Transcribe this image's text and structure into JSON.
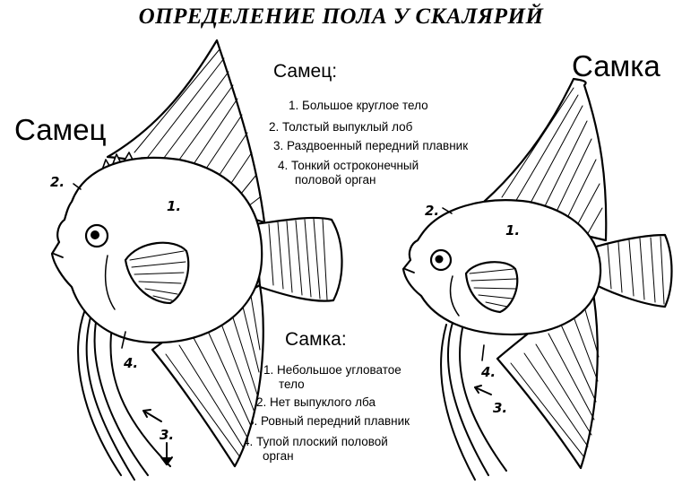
{
  "title": "ОПРЕДЕЛЕНИЕ ПОЛА У СКАЛЯРИЙ",
  "labels": {
    "male_big": "Самец",
    "female_big": "Самка"
  },
  "male": {
    "heading": "Самец:",
    "traits": [
      "1. Большое круглое тело",
      "2. Толстый выпуклый лоб",
      "3. Раздвоенный передний плавник",
      "4. Тонкий остроконечный",
      "половой орган"
    ]
  },
  "female": {
    "heading": "Самка:",
    "traits": [
      "1. Небольшое угловатое",
      "тело",
      "2. Нет выпуклого лба",
      "3. Ровный передний плавник",
      "4. Тупой плоский половой",
      "орган"
    ]
  },
  "markers": {
    "male": [
      "1.",
      "2.",
      "3.",
      "4."
    ],
    "female": [
      "1.",
      "2.",
      "3.",
      "4."
    ]
  }
}
